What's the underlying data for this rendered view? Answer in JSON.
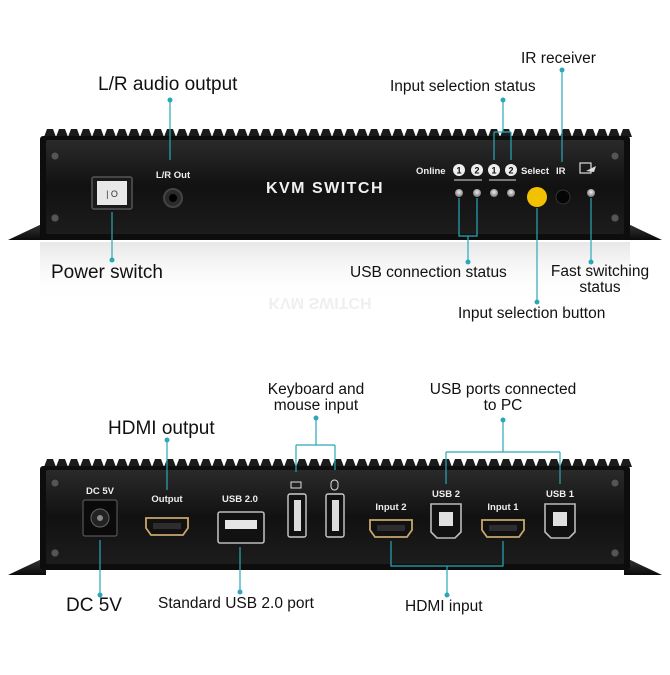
{
  "front_panel": {
    "title": "KVM SWITCH",
    "lr_out_label": "L/R Out",
    "online_label": "Online",
    "port_numbers": [
      "1",
      "2",
      "1",
      "2"
    ],
    "select_label": "Select",
    "ir_label": "IR",
    "switch_glyphs": "| O"
  },
  "back_panel": {
    "dc_label": "DC 5V",
    "output_label": "Output",
    "usb20_label": "USB 2.0",
    "input2_label": "Input 2",
    "usb2_label": "USB 2",
    "input1_label": "Input 1",
    "usb1_label": "USB 1"
  },
  "callouts": {
    "lr_audio": "L/R audio output",
    "ir_receiver": "IR receiver",
    "input_selection_status": "Input selection status",
    "power_switch": "Power switch",
    "usb_connection_status": "USB connection status",
    "fast_switching_1": "Fast switching",
    "fast_switching_2": "status",
    "input_selection_button": "Input selection button",
    "keyboard_mouse_1": "Keyboard and",
    "keyboard_mouse_2": "mouse input",
    "usb_ports_pc_1": "USB ports connected",
    "usb_ports_pc_2": "to PC",
    "hdmi_output": "HDMI output",
    "dc_5v": "DC 5V",
    "standard_usb": "Standard USB 2.0 port",
    "hdmi_input": "HDMI input"
  },
  "colors": {
    "leader_line": "#2aa8b8",
    "select_button": "#f2c200",
    "panel": "#141414"
  }
}
